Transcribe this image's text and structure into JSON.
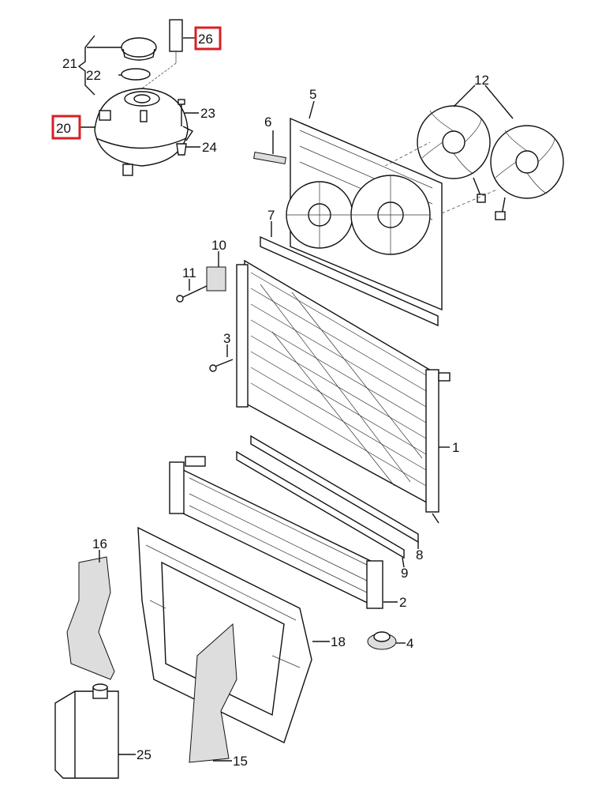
{
  "title": "Radiator / cooling system exploded parts diagram",
  "highlight_color": "#d81f26",
  "callouts": [
    {
      "id": "p26",
      "label": "26",
      "highlighted": true
    },
    {
      "id": "p20",
      "label": "20",
      "highlighted": true
    },
    {
      "id": "p21",
      "label": "21"
    },
    {
      "id": "p22",
      "label": "22"
    },
    {
      "id": "p23",
      "label": "23"
    },
    {
      "id": "p24",
      "label": "24"
    },
    {
      "id": "p5",
      "label": "5"
    },
    {
      "id": "p6",
      "label": "6"
    },
    {
      "id": "p12",
      "label": "12"
    },
    {
      "id": "p7",
      "label": "7"
    },
    {
      "id": "p10",
      "label": "10"
    },
    {
      "id": "p11",
      "label": "11"
    },
    {
      "id": "p3",
      "label": "3"
    },
    {
      "id": "p1",
      "label": "1"
    },
    {
      "id": "p8",
      "label": "8"
    },
    {
      "id": "p9",
      "label": "9"
    },
    {
      "id": "p2",
      "label": "2"
    },
    {
      "id": "p16",
      "label": "16"
    },
    {
      "id": "p18",
      "label": "18"
    },
    {
      "id": "p4",
      "label": "4"
    },
    {
      "id": "p25",
      "label": "25"
    },
    {
      "id": "p15",
      "label": "15"
    }
  ]
}
